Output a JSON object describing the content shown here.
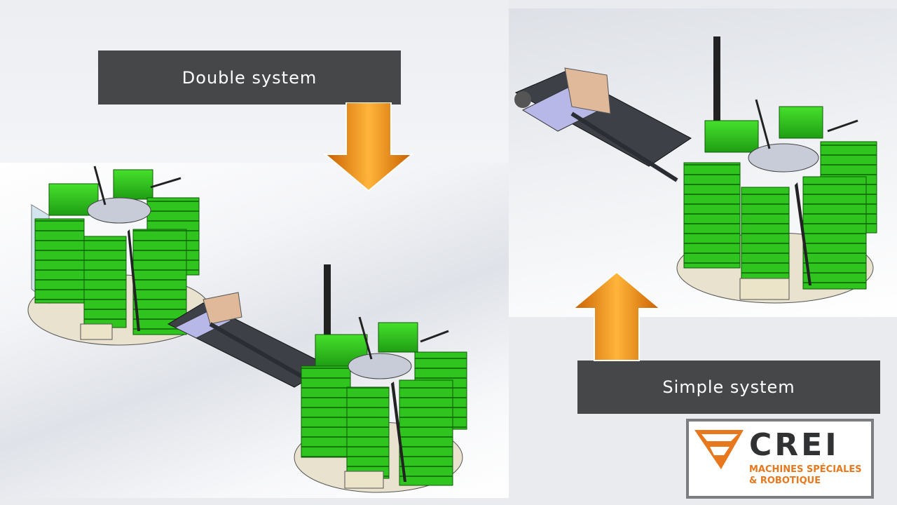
{
  "labels": {
    "double": "Double system",
    "simple": "Simple system"
  },
  "logo": {
    "name": "CREI",
    "tagline_1": "MACHINES SPÉCIALES",
    "tagline_2": "& ROBOTIQUE"
  },
  "colors": {
    "label_bg": "#464749",
    "label_text": "#ffffff",
    "arrow_orange": "#f08a00",
    "bin_green": "#33cc22",
    "logo_orange": "#e8781e",
    "logo_dark": "#303234"
  },
  "icons": {
    "down_arrow": "arrow-down-icon",
    "up_arrow": "arrow-up-icon"
  }
}
